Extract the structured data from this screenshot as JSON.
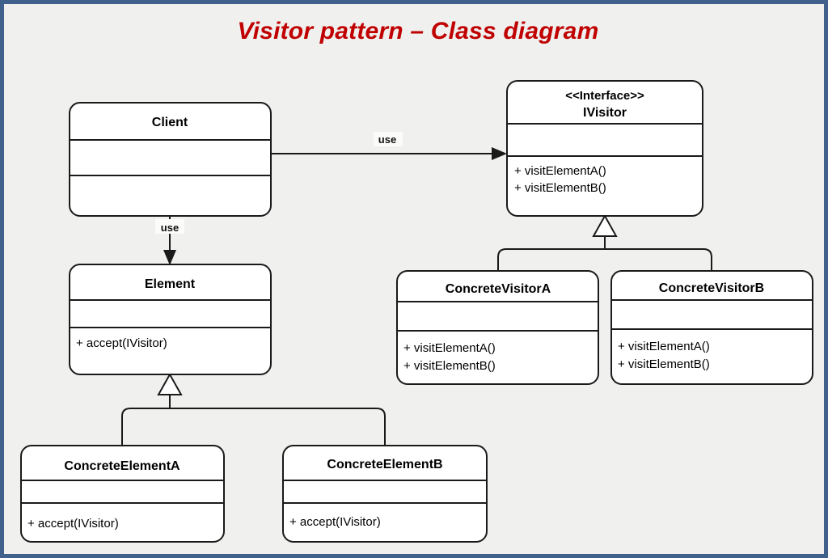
{
  "slide": {
    "title": "Visitor pattern – Class diagram",
    "background_color": "#f0f0ef",
    "border_color": "#41618d",
    "title_color": "#c00000"
  },
  "classes": {
    "client": {
      "name": "Client",
      "stereotype": "",
      "attributes": [],
      "methods": []
    },
    "ivisitor": {
      "name": "IVisitor",
      "stereotype": "<<Interface>>",
      "attributes": [],
      "methods": [
        "+ visitElementA()",
        "+ visitElementB()"
      ]
    },
    "element": {
      "name": "Element",
      "stereotype": "",
      "attributes": [],
      "methods": [
        "+ accept(IVisitor)"
      ]
    },
    "concrete_visitor_a": {
      "name": "ConcreteVisitorA",
      "stereotype": "",
      "attributes": [],
      "methods": [
        "+ visitElementA()",
        "+ visitElementB()"
      ]
    },
    "concrete_visitor_b": {
      "name": "ConcreteVisitorB",
      "stereotype": "",
      "attributes": [],
      "methods": [
        "+ visitElementA()",
        "+ visitElementB()"
      ]
    },
    "concrete_element_a": {
      "name": "ConcreteElementA",
      "stereotype": "",
      "attributes": [],
      "methods": [
        "+ accept(IVisitor)"
      ]
    },
    "concrete_element_b": {
      "name": "ConcreteElementB",
      "stereotype": "",
      "attributes": [],
      "methods": [
        "+ accept(IVisitor)"
      ]
    }
  },
  "relationships": {
    "client_uses_ivisitor": {
      "label": "use",
      "type": "dependency-arrow",
      "from": "Client",
      "to": "IVisitor"
    },
    "client_uses_element": {
      "label": "use",
      "type": "dependency-arrow",
      "from": "Client",
      "to": "Element"
    },
    "visitor_generalization": {
      "label": "",
      "type": "generalization",
      "from": "ConcreteVisitorA, ConcreteVisitorB",
      "to": "IVisitor"
    },
    "element_generalization": {
      "label": "",
      "type": "generalization",
      "from": "ConcreteElementA, ConcreteElementB",
      "to": "Element"
    }
  }
}
